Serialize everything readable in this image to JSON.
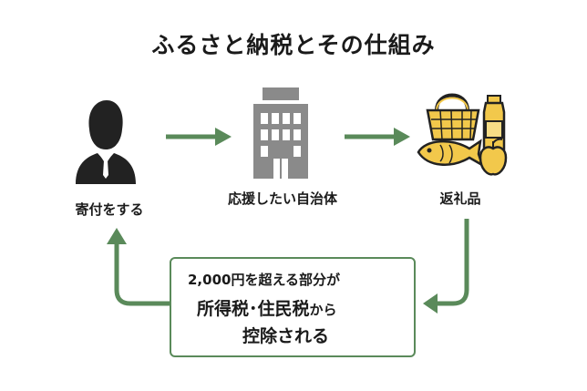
{
  "title": "ふるさと納税とその仕組み",
  "steps": [
    {
      "label": "寄付をする",
      "icon": "person-icon"
    },
    {
      "label": "応援したい自治体",
      "icon": "building-icon"
    },
    {
      "label": "返礼品",
      "icon": "gifts-icon"
    }
  ],
  "deduction": {
    "line1": "2,000円を超える部分が",
    "line2_main": "所得税･住民税",
    "line2_suffix": "から",
    "line3": "控除される"
  },
  "colors": {
    "arrow": "#5a8a5a",
    "icon_dark": "#222222",
    "icon_gray": "#8a8a8a",
    "basket": "#f2c84b"
  }
}
